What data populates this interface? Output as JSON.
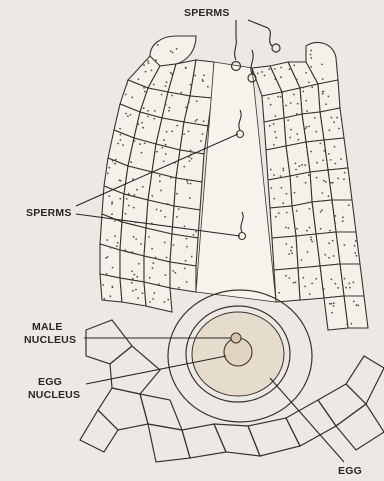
{
  "diagram": {
    "labels": {
      "sperms_top": "SPERMS",
      "sperms_mid": "SPERMS",
      "male_nucleus_1": "MALE",
      "male_nucleus_2": "NUCLEUS",
      "egg_nucleus_1": "EGG",
      "egg_nucleus_2": "NUCLEUS",
      "egg": "EGG"
    },
    "colors": {
      "background": "#ece9e4",
      "outline": "#3a332c",
      "cell_fill": "#f4f1ea",
      "egg_fill": "#e6dccd",
      "text": "#2b2622"
    }
  }
}
